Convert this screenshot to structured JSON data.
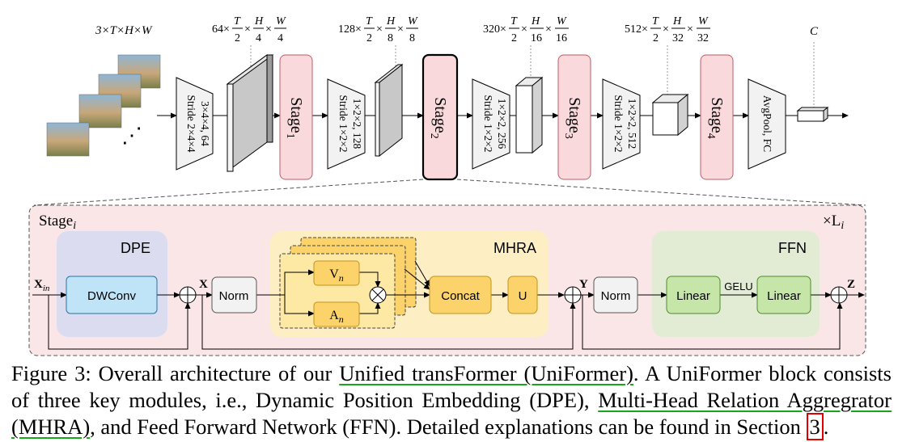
{
  "top": {
    "dims": {
      "input": "3×T×H×W",
      "d1": [
        "64×",
        "T",
        "2",
        "×",
        "H",
        "4",
        "×",
        "W",
        "4"
      ],
      "d2": [
        "128×",
        "T",
        "2",
        "×",
        "H",
        "8",
        "×",
        "W",
        "8"
      ],
      "d3": [
        "320×",
        "T",
        "2",
        "×",
        "H",
        "16",
        "×",
        "W",
        "16"
      ],
      "d4": [
        "512×",
        "T",
        "2",
        "×",
        "H",
        "32",
        "×",
        "W",
        "32"
      ],
      "out": "C"
    },
    "dots": "⋰",
    "convs": [
      {
        "a": "3×4×4, 64",
        "b": "Stride 2×4×4"
      },
      {
        "a": "1×2×2, 128",
        "b": "Stride 1×2×2"
      },
      {
        "a": "1×2×2, 256",
        "b": "Stride 1×2×2"
      },
      {
        "a": "1×2×2, 512",
        "b": "Stride 1×2×2"
      }
    ],
    "stages": [
      {
        "label": "Stage",
        "sub": "1"
      },
      {
        "label": "Stage",
        "sub": "2"
      },
      {
        "label": "Stage",
        "sub": "3"
      },
      {
        "label": "Stage",
        "sub": "4"
      }
    ],
    "head": "AvgPool, FC"
  },
  "block": {
    "title": {
      "label": "Stage",
      "sub": "i"
    },
    "repeat": {
      "label": "×L",
      "sub": "i"
    },
    "dpe": {
      "title": "DPE",
      "conv": "DWConv"
    },
    "mhra": {
      "title": "MHRA",
      "v": "V",
      "v_sub": "n",
      "a": "A",
      "a_sub": "n",
      "concat": "Concat",
      "u": "U"
    },
    "ffn": {
      "title": "FFN",
      "linear1": "Linear",
      "linear2": "Linear",
      "act": "GELU"
    },
    "norm1": "Norm",
    "norm2": "Norm",
    "vars": {
      "xin": "X",
      "xin_sub": "in",
      "x": "X",
      "y": "Y",
      "z": "Z"
    }
  },
  "caption": {
    "t1": "Figure 3: Overall architecture of our ",
    "link1": "Unified transFormer (UniFormer)",
    "t2": ". A UniFormer block consists of three key modules, i.e., Dynamic Position Embedding (DPE), ",
    "link2": "Multi-Head Relation Aggregrator (MHRA)",
    "t3": ", and Feed Forward Network (FFN). Detailed explanations can be found in Section ",
    "ref": "3",
    "t4": "."
  },
  "colors": {
    "stage_fill": "#f9d9dc",
    "stage_stroke": "#c05a67",
    "block_fill": "#fbe6e7",
    "dpe_fill": "#dcdcf1",
    "dwconv_fill": "#bfe3f7",
    "mhra_fill": "#fdeec3",
    "gold_fill": "#fcd36b",
    "gold_stroke": "#c2941e",
    "ffn_fill": "#e2ecd5",
    "linear_fill": "#c6e6a9",
    "linear_stroke": "#4f8a2a",
    "link_underline": "#1aa61a",
    "ref_box": "#e00000"
  }
}
